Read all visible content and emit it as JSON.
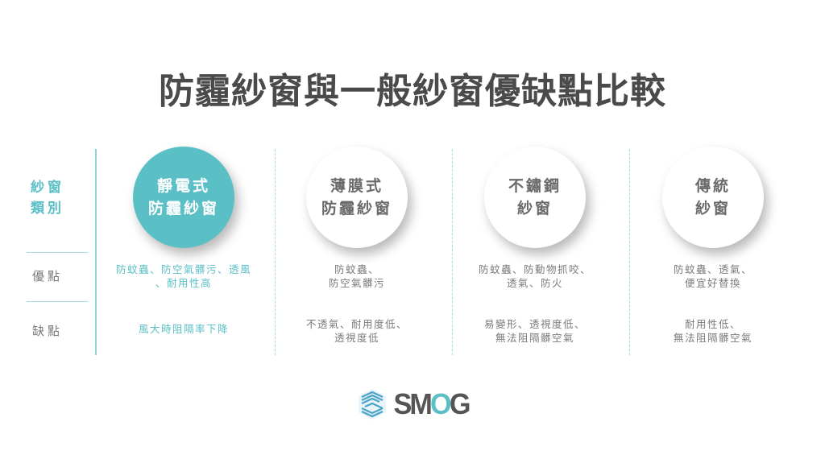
{
  "title": "防霾紗窗與一般紗窗優缺點比較",
  "row_headers": {
    "category": [
      "紗窗",
      "類別"
    ],
    "pros": "優點",
    "cons": "缺點"
  },
  "columns": [
    {
      "name_lines": [
        "靜電式",
        "防霾紗窗"
      ],
      "pros_lines": [
        "防蚊蟲、防空氣髒污、透風",
        "、耐用性高"
      ],
      "cons_lines": [
        "風大時阻隔率下降"
      ],
      "highlighted": true
    },
    {
      "name_lines": [
        "薄膜式",
        "防霾紗窗"
      ],
      "pros_lines": [
        "防蚊蟲、",
        "防空氣髒污"
      ],
      "cons_lines": [
        "不透氣、耐用度低、",
        "透視度低"
      ],
      "highlighted": false
    },
    {
      "name_lines": [
        "不鏽鋼",
        "紗窗"
      ],
      "pros_lines": [
        "防蚊蟲、防動物抓咬、",
        "透氣、防火"
      ],
      "cons_lines": [
        "易變形、透視度低、",
        "無法阻隔髒空氣"
      ],
      "highlighted": false
    },
    {
      "name_lines": [
        "傳統",
        "紗窗"
      ],
      "pros_lines": [
        "防蚊蟲、透氣、",
        "便宜好替換"
      ],
      "cons_lines": [
        "耐用性低、",
        "無法阻隔髒空氣"
      ],
      "highlighted": false
    }
  ],
  "logo": {
    "text_s_m": "SM",
    "text_o": "O",
    "text_g": "G",
    "icon": "stacked-cube-logo-icon"
  },
  "colors": {
    "accent": "#5bbfc6",
    "title": "#4a4a4a",
    "body_text": "#7a7a7a"
  }
}
